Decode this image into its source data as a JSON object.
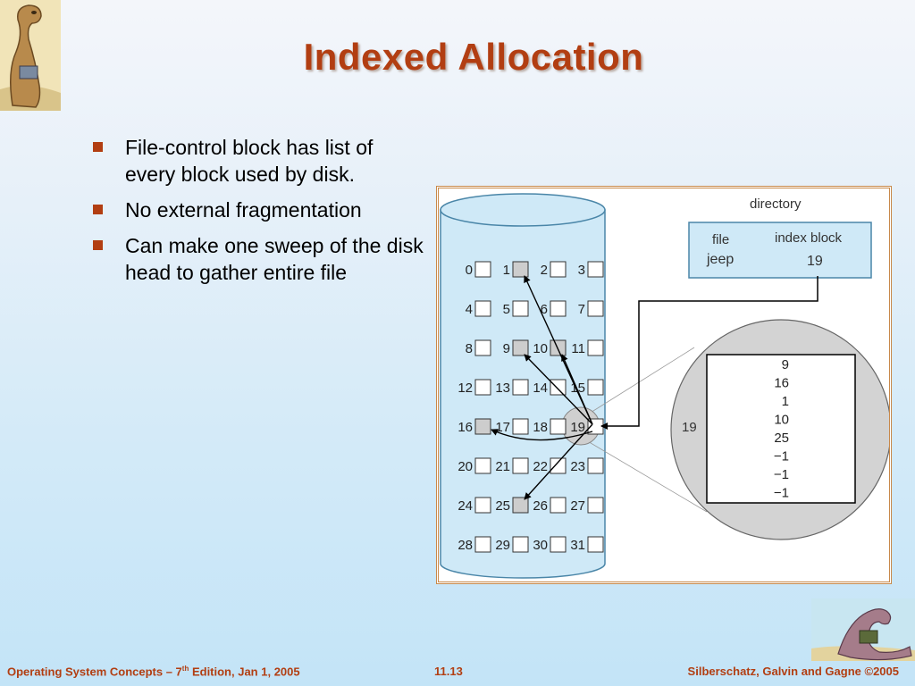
{
  "slide": {
    "title": "Indexed Allocation",
    "bullets": [
      "File-control block has list of every block used by disk.",
      "No external fragmentation",
      "Can make one sweep of the disk head to gather entire file"
    ]
  },
  "figure": {
    "directory_label": "directory",
    "table_headers": {
      "file": "file",
      "index_block": "index block"
    },
    "table_row": {
      "file": "jeep",
      "index_block": "19"
    },
    "disk_blocks": [
      "0",
      "1",
      "2",
      "3",
      "4",
      "5",
      "6",
      "7",
      "8",
      "9",
      "10",
      "11",
      "12",
      "13",
      "14",
      "15",
      "16",
      "17",
      "18",
      "19",
      "20",
      "21",
      "22",
      "23",
      "24",
      "25",
      "26",
      "27",
      "28",
      "29",
      "30",
      "31"
    ],
    "shaded_blocks": [
      "1",
      "9",
      "10",
      "16",
      "25"
    ],
    "index_block_label": "19",
    "index_block_entries": [
      "9",
      "16",
      "1",
      "10",
      "25",
      "−1",
      "−1",
      "−1"
    ]
  },
  "footer": {
    "left_prefix": "Operating System Concepts – 7",
    "left_sup": "th",
    "left_suffix": " Edition, Jan 1, 2005",
    "center": "11.13",
    "right": "Silberschatz, Galvin and Gagne ©2005"
  },
  "colors": {
    "title": "#b23e12",
    "disk_fill": "#cfe9f7",
    "shaded_block": "#cdcdcd",
    "zoom_circle": "#d3d3d3"
  }
}
